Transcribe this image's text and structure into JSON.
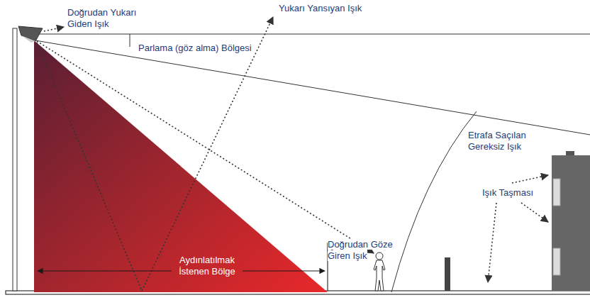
{
  "diagram": {
    "nodes": [
      {
        "text": [
          "Aydınlatılmak İstenen Bölge"
        ]
      }
    ],
    "labels": [
      "Yukarı Yansıyan Işık",
      "Doğrudan Yukarı Giden Işık",
      "Parlama (göz alma) Bölgesi",
      "Etrafa Saçılan Gereksiz Işık",
      "Doğrudan Göze Giren Işık",
      "Işık Taşması"
    ]
  }
}
